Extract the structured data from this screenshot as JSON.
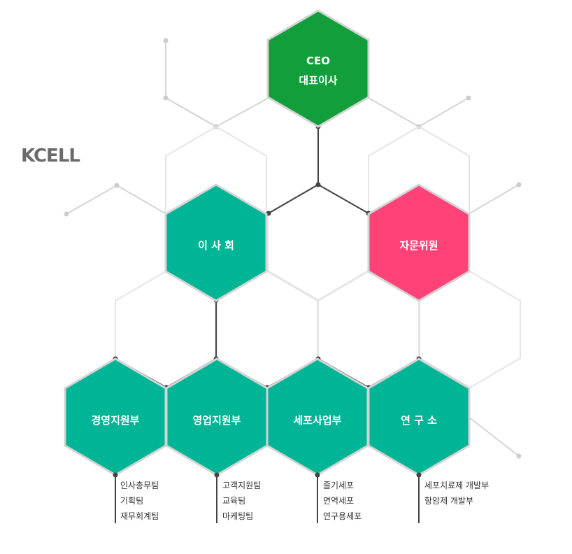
{
  "logo": {
    "text": "KCELL"
  },
  "colors": {
    "ceo": "#129e3a",
    "teal": "#00b496",
    "pink": "#ff4278",
    "hex_border": "#d4d4d4",
    "outline": "#e5e5e5",
    "connector": "#444444",
    "branch": "#d5d5d5"
  },
  "ceo": {
    "line1": "CEO",
    "line2": "대표이사"
  },
  "board": {
    "label": "이 사 회"
  },
  "advisory": {
    "label": "자문위원"
  },
  "departments": [
    {
      "label": "경영지원부",
      "teams": [
        "인사총무팀",
        "기획팀",
        "재무회계팀"
      ]
    },
    {
      "label": "영업지원부",
      "teams": [
        "고객지원팀",
        "교육팀",
        "마케팅팀"
      ]
    },
    {
      "label": "세포사업부",
      "teams": [
        "줄기세포",
        "면역세포",
        "연구용세포"
      ]
    },
    {
      "label": "연 구 소",
      "teams": [
        "세포치료제 개발부",
        "항암제 개발부"
      ]
    }
  ]
}
